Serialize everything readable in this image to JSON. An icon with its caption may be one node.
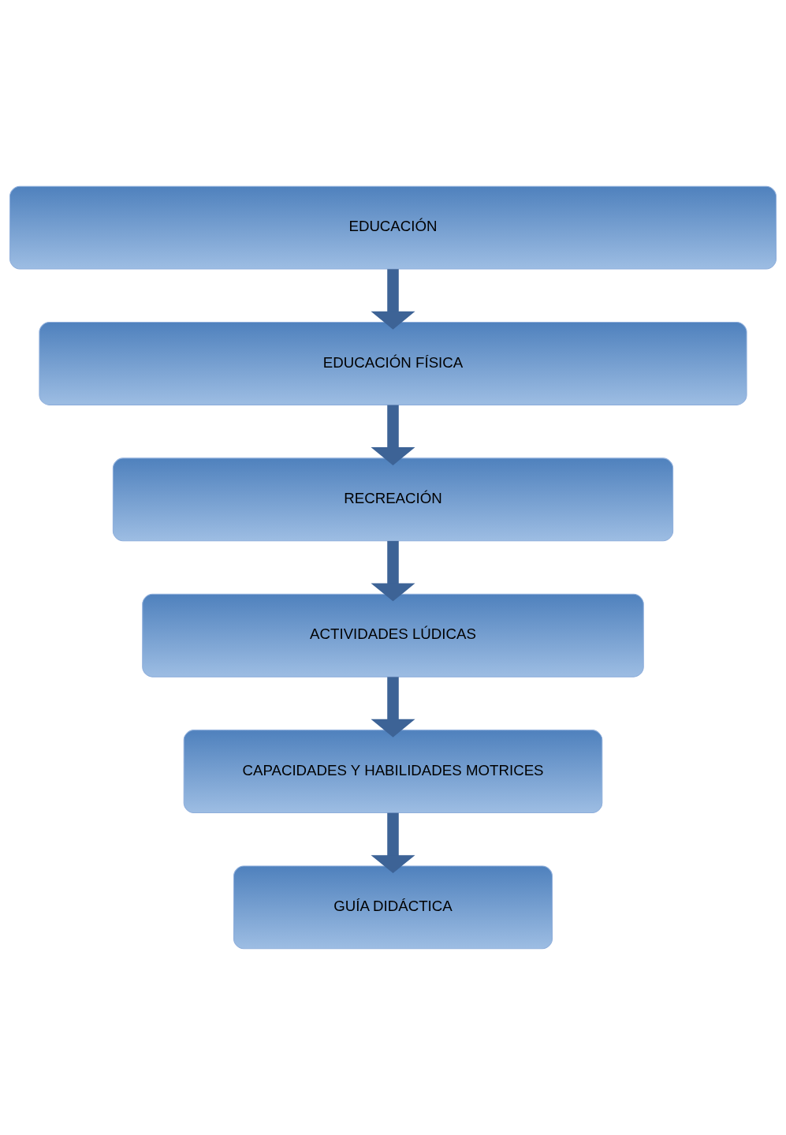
{
  "diagram": {
    "nodes": [
      {
        "text": [
          "EDUCACIÓN"
        ]
      },
      {
        "text": [
          "EDUCACIÓN FÍSICA"
        ]
      },
      {
        "text": [
          "RECREACIÓN"
        ]
      },
      {
        "text": [
          "ACTIVIDADES LÚDICAS"
        ]
      },
      {
        "text": [
          "CAPACIDADES Y HABILIDADES MOTRICES"
        ]
      },
      {
        "text": [
          "GUÍA DIDÁCTICA"
        ]
      }
    ],
    "edges": [
      {
        "from": 0,
        "to": 1,
        "arrow": "to"
      },
      {
        "from": 1,
        "to": 2,
        "arrow": "to"
      },
      {
        "from": 2,
        "to": 3,
        "arrow": "to"
      },
      {
        "from": 3,
        "to": 4,
        "arrow": "to"
      },
      {
        "from": 4,
        "to": 5,
        "arrow": "to"
      }
    ]
  }
}
